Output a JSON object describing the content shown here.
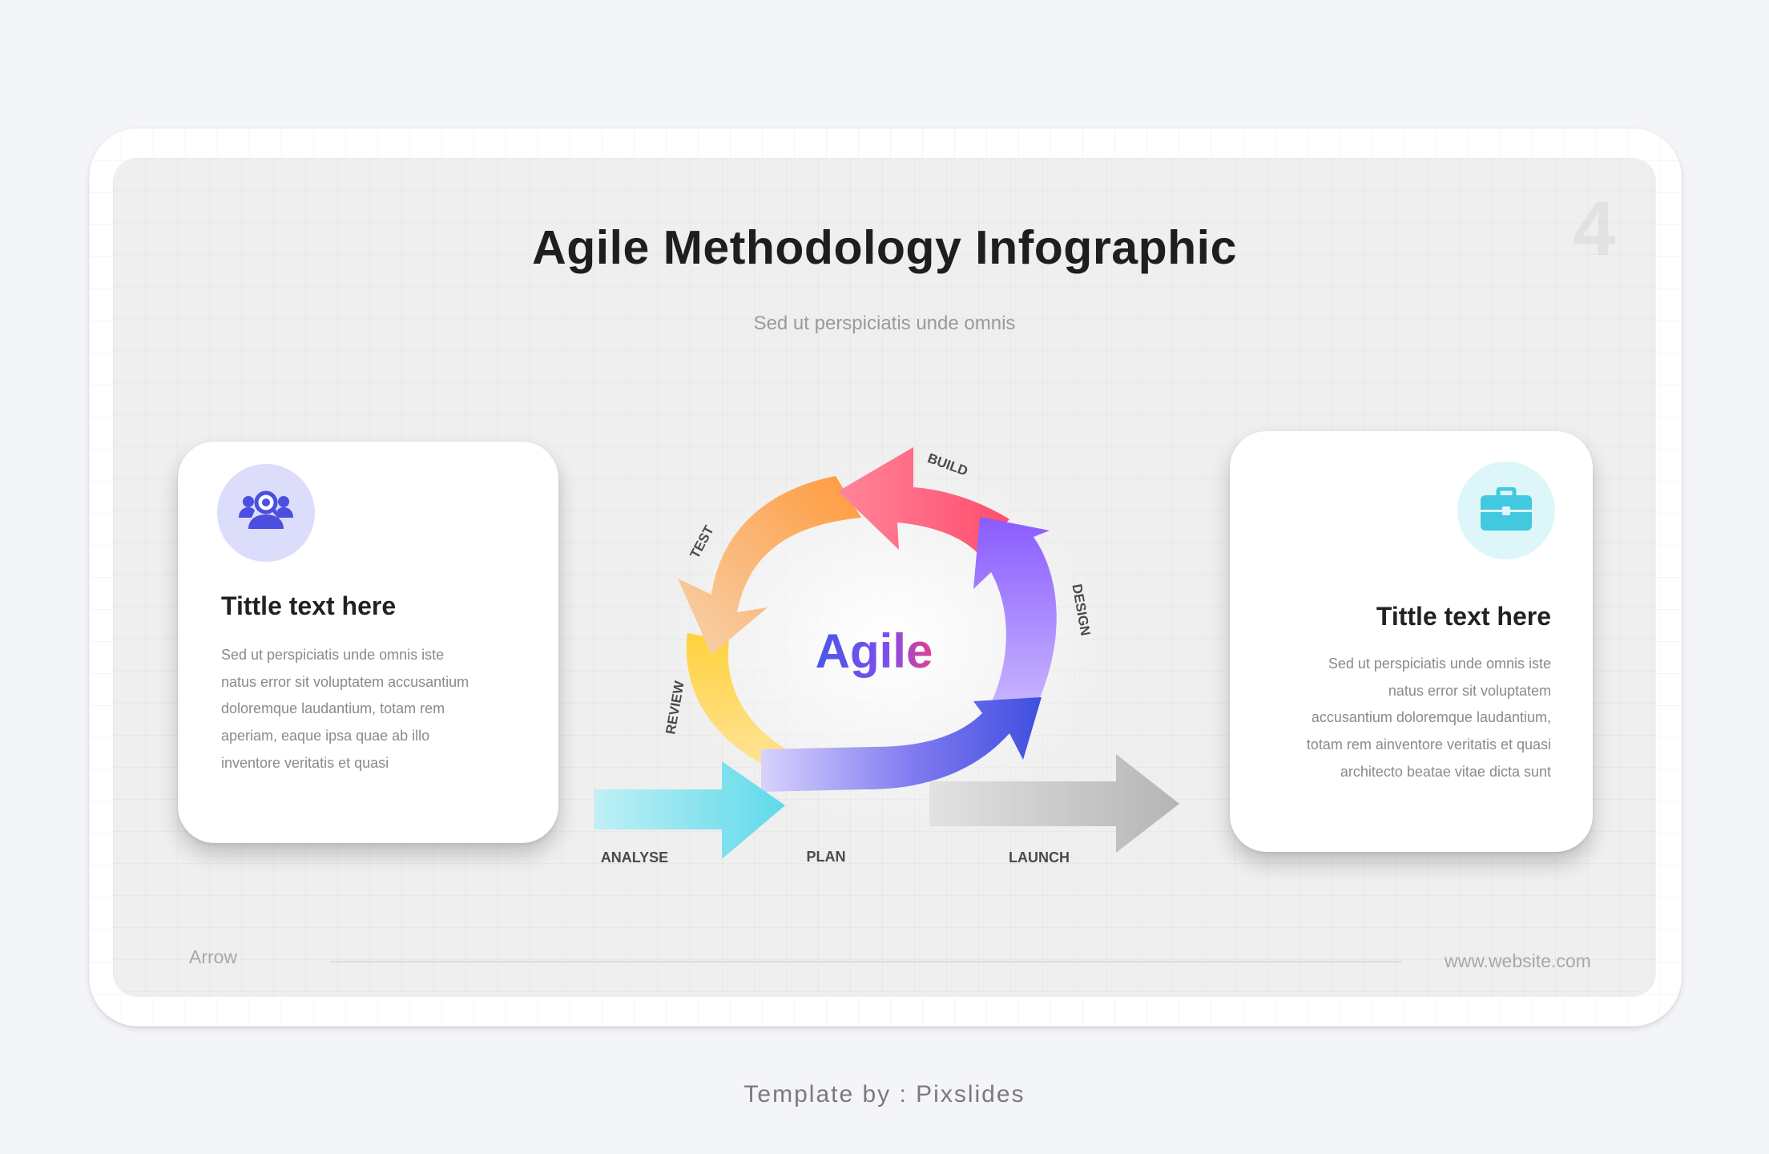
{
  "slide": {
    "page_number": "4",
    "title": "Agile Methodology Infographic",
    "subtitle": "Sed ut perspiciatis unde omnis"
  },
  "left_card": {
    "icon": "team-search-icon",
    "title": "Tittle text here",
    "body_lines": [
      "Sed ut perspiciatis unde omnis iste",
      "natus error  sit voluptatem accusantium",
      "doloremque laudantium, totam rem",
      "aperiam, eaque ipsa quae ab illo",
      "inventore veritatis et quasi"
    ]
  },
  "right_card": {
    "icon": "briefcase-icon",
    "title": "Tittle text here",
    "body_lines": [
      "Sed ut perspiciatis unde omnis iste",
      "natus error  sit voluptatem",
      "accusantium doloremque laudantium,",
      "totam rem ainventore veritatis et quasi",
      "architecto beatae vitae dicta sunt"
    ]
  },
  "diagram": {
    "center_label": "Agile",
    "stages": {
      "analyse": "ANALYSE",
      "plan": "PLAN",
      "design": "DESIGN",
      "build": "BUILD",
      "test": "TEST",
      "review": "REVIEW",
      "launch": "LAUNCH"
    },
    "colors": {
      "analyse": "#5fd9ea",
      "plan": "#3f4fe0",
      "design": "#8a5bff",
      "build": "#ff4d6d",
      "test": "#ff9a3c",
      "review": "#ffd23c",
      "launch": "#b5b5b5"
    }
  },
  "footer": {
    "left": "Arrow",
    "right": "www.website.com"
  },
  "credit": "Template by : Pixslides",
  "colors": {
    "left_icon_bg": "#dcdcfb",
    "left_icon": "#4a4fe0",
    "right_icon_bg": "#ddf6f9",
    "right_icon": "#42c9df"
  }
}
